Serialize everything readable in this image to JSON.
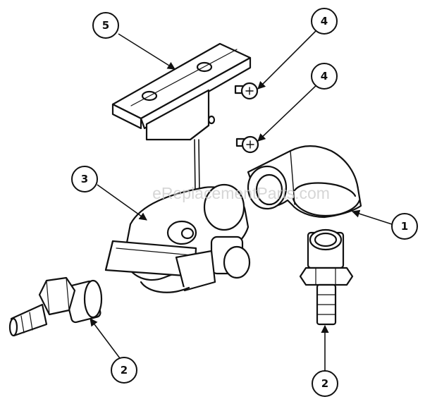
{
  "watermark": "eReplacementParts.com",
  "callouts": [
    {
      "id": "callout-5",
      "label": "5"
    },
    {
      "id": "callout-4-upper",
      "label": "4"
    },
    {
      "id": "callout-4-lower",
      "label": "4"
    },
    {
      "id": "callout-3",
      "label": "3"
    },
    {
      "id": "callout-1",
      "label": "1"
    },
    {
      "id": "callout-2-left",
      "label": "2"
    },
    {
      "id": "callout-2-right",
      "label": "2"
    }
  ]
}
